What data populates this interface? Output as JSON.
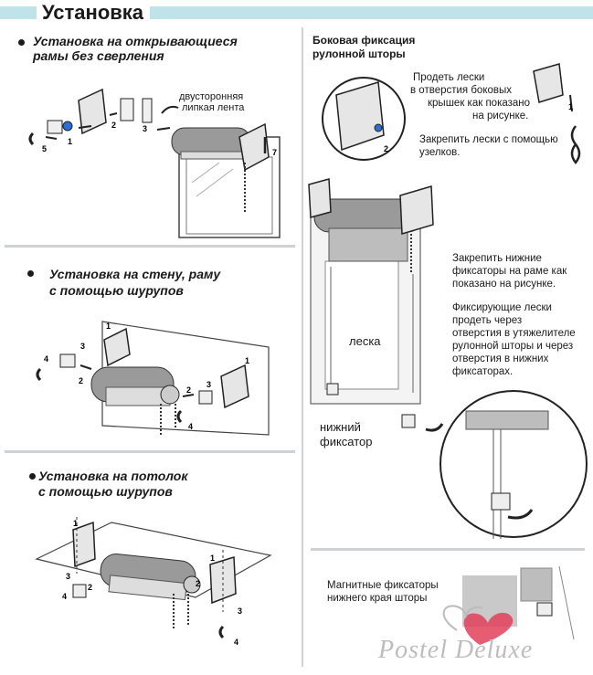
{
  "header": {
    "title": "Установка"
  },
  "sections": {
    "open_frames": {
      "title_line1": "Установка на открывающиеся",
      "title_line2": "рамы без сверления",
      "tape_label_line1": "двусторонняя",
      "tape_label_line2": "липкая лента"
    },
    "wall": {
      "title_line1": "Установка на стену, раму",
      "title_line2": "с помощью шурупов"
    },
    "ceiling": {
      "title_line1": "Установка на потолок",
      "title_line2": "с помощью шурупов"
    },
    "side_fix": {
      "title_line1": "Боковая фиксация",
      "title_line2": "рулонной шторы",
      "step1_line1": "Продеть лески",
      "step1_line2": "в отверстия боковых",
      "step1_line3": "крышек как показано",
      "step1_line4": "на рисунке.",
      "step2_line1": "Закрепить лески с помощью",
      "step2_line2": "узелков.",
      "lower_line1": "Закрепить нижние",
      "lower_line2": "фиксаторы на раме как",
      "lower_line3": "показано на рисунке.",
      "thread_line1": "Фиксирующие лески",
      "thread_line2": "продеть через",
      "thread_line3": "отверстия в утяжелителе",
      "thread_line4": "рулонной шторы и через",
      "thread_line5": "отверстия в нижних",
      "thread_line6": "фиксаторах.",
      "leska_label": "леска",
      "lower_fixer_line1": "нижний",
      "lower_fixer_line2": "фиксатор"
    },
    "magnetic": {
      "line1": "Магнитные фиксаторы",
      "line2": "нижнего края шторы"
    }
  },
  "step_numbers": [
    "1",
    "2",
    "3",
    "4",
    "5",
    "7"
  ],
  "watermark": {
    "text": "Postel Deluxe"
  },
  "colors": {
    "header_bar": "#bfe3e8",
    "rule": "#cfd2d4",
    "roller": "#9a9a9a",
    "heart": "#e0405a"
  }
}
